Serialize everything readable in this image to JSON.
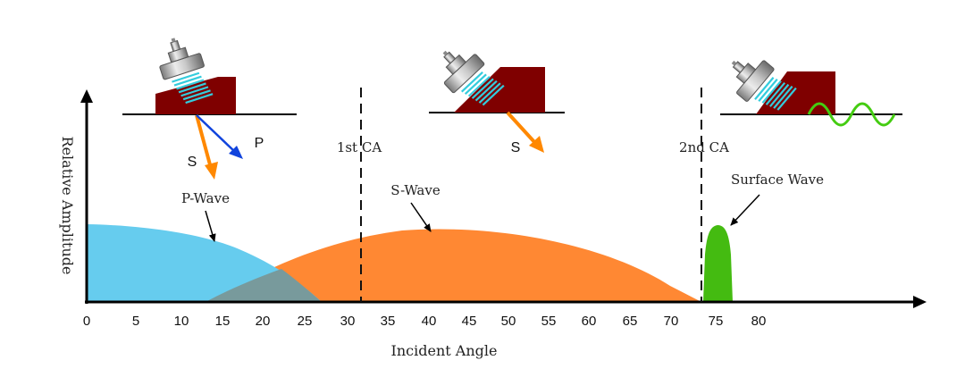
{
  "axes": {
    "y_label": "Relative Amplitude",
    "x_label": "Incident Angle",
    "x_ticks": [
      "0",
      "5",
      "10",
      "15",
      "20",
      "25",
      "30",
      "35",
      "40",
      "45",
      "50",
      "55",
      "60",
      "65",
      "70",
      "75",
      "80"
    ]
  },
  "critical_angles": {
    "first": {
      "label": "1st CA",
      "angle_deg": 32.5
    },
    "second": {
      "label": "2nd CA",
      "angle_deg": 73.5
    }
  },
  "wave_regions": {
    "p_wave": {
      "label": "P-Wave",
      "color": "#66ccee"
    },
    "s_wave": {
      "label": "S-Wave",
      "color": "#ff8833"
    },
    "surface_wave": {
      "label": "Surface Wave",
      "color": "#44bb11"
    },
    "overlap_color": "#789a9c"
  },
  "transducers": {
    "left": {
      "s_label": "S",
      "p_label": "P"
    },
    "middle": {
      "s_label": "S"
    }
  },
  "colors": {
    "wedge": "#7f0000",
    "element_lines": "#33ccdd",
    "s_arrow": "#ff8800",
    "p_arrow": "#1144dd",
    "surface_sine": "#44cc11"
  }
}
